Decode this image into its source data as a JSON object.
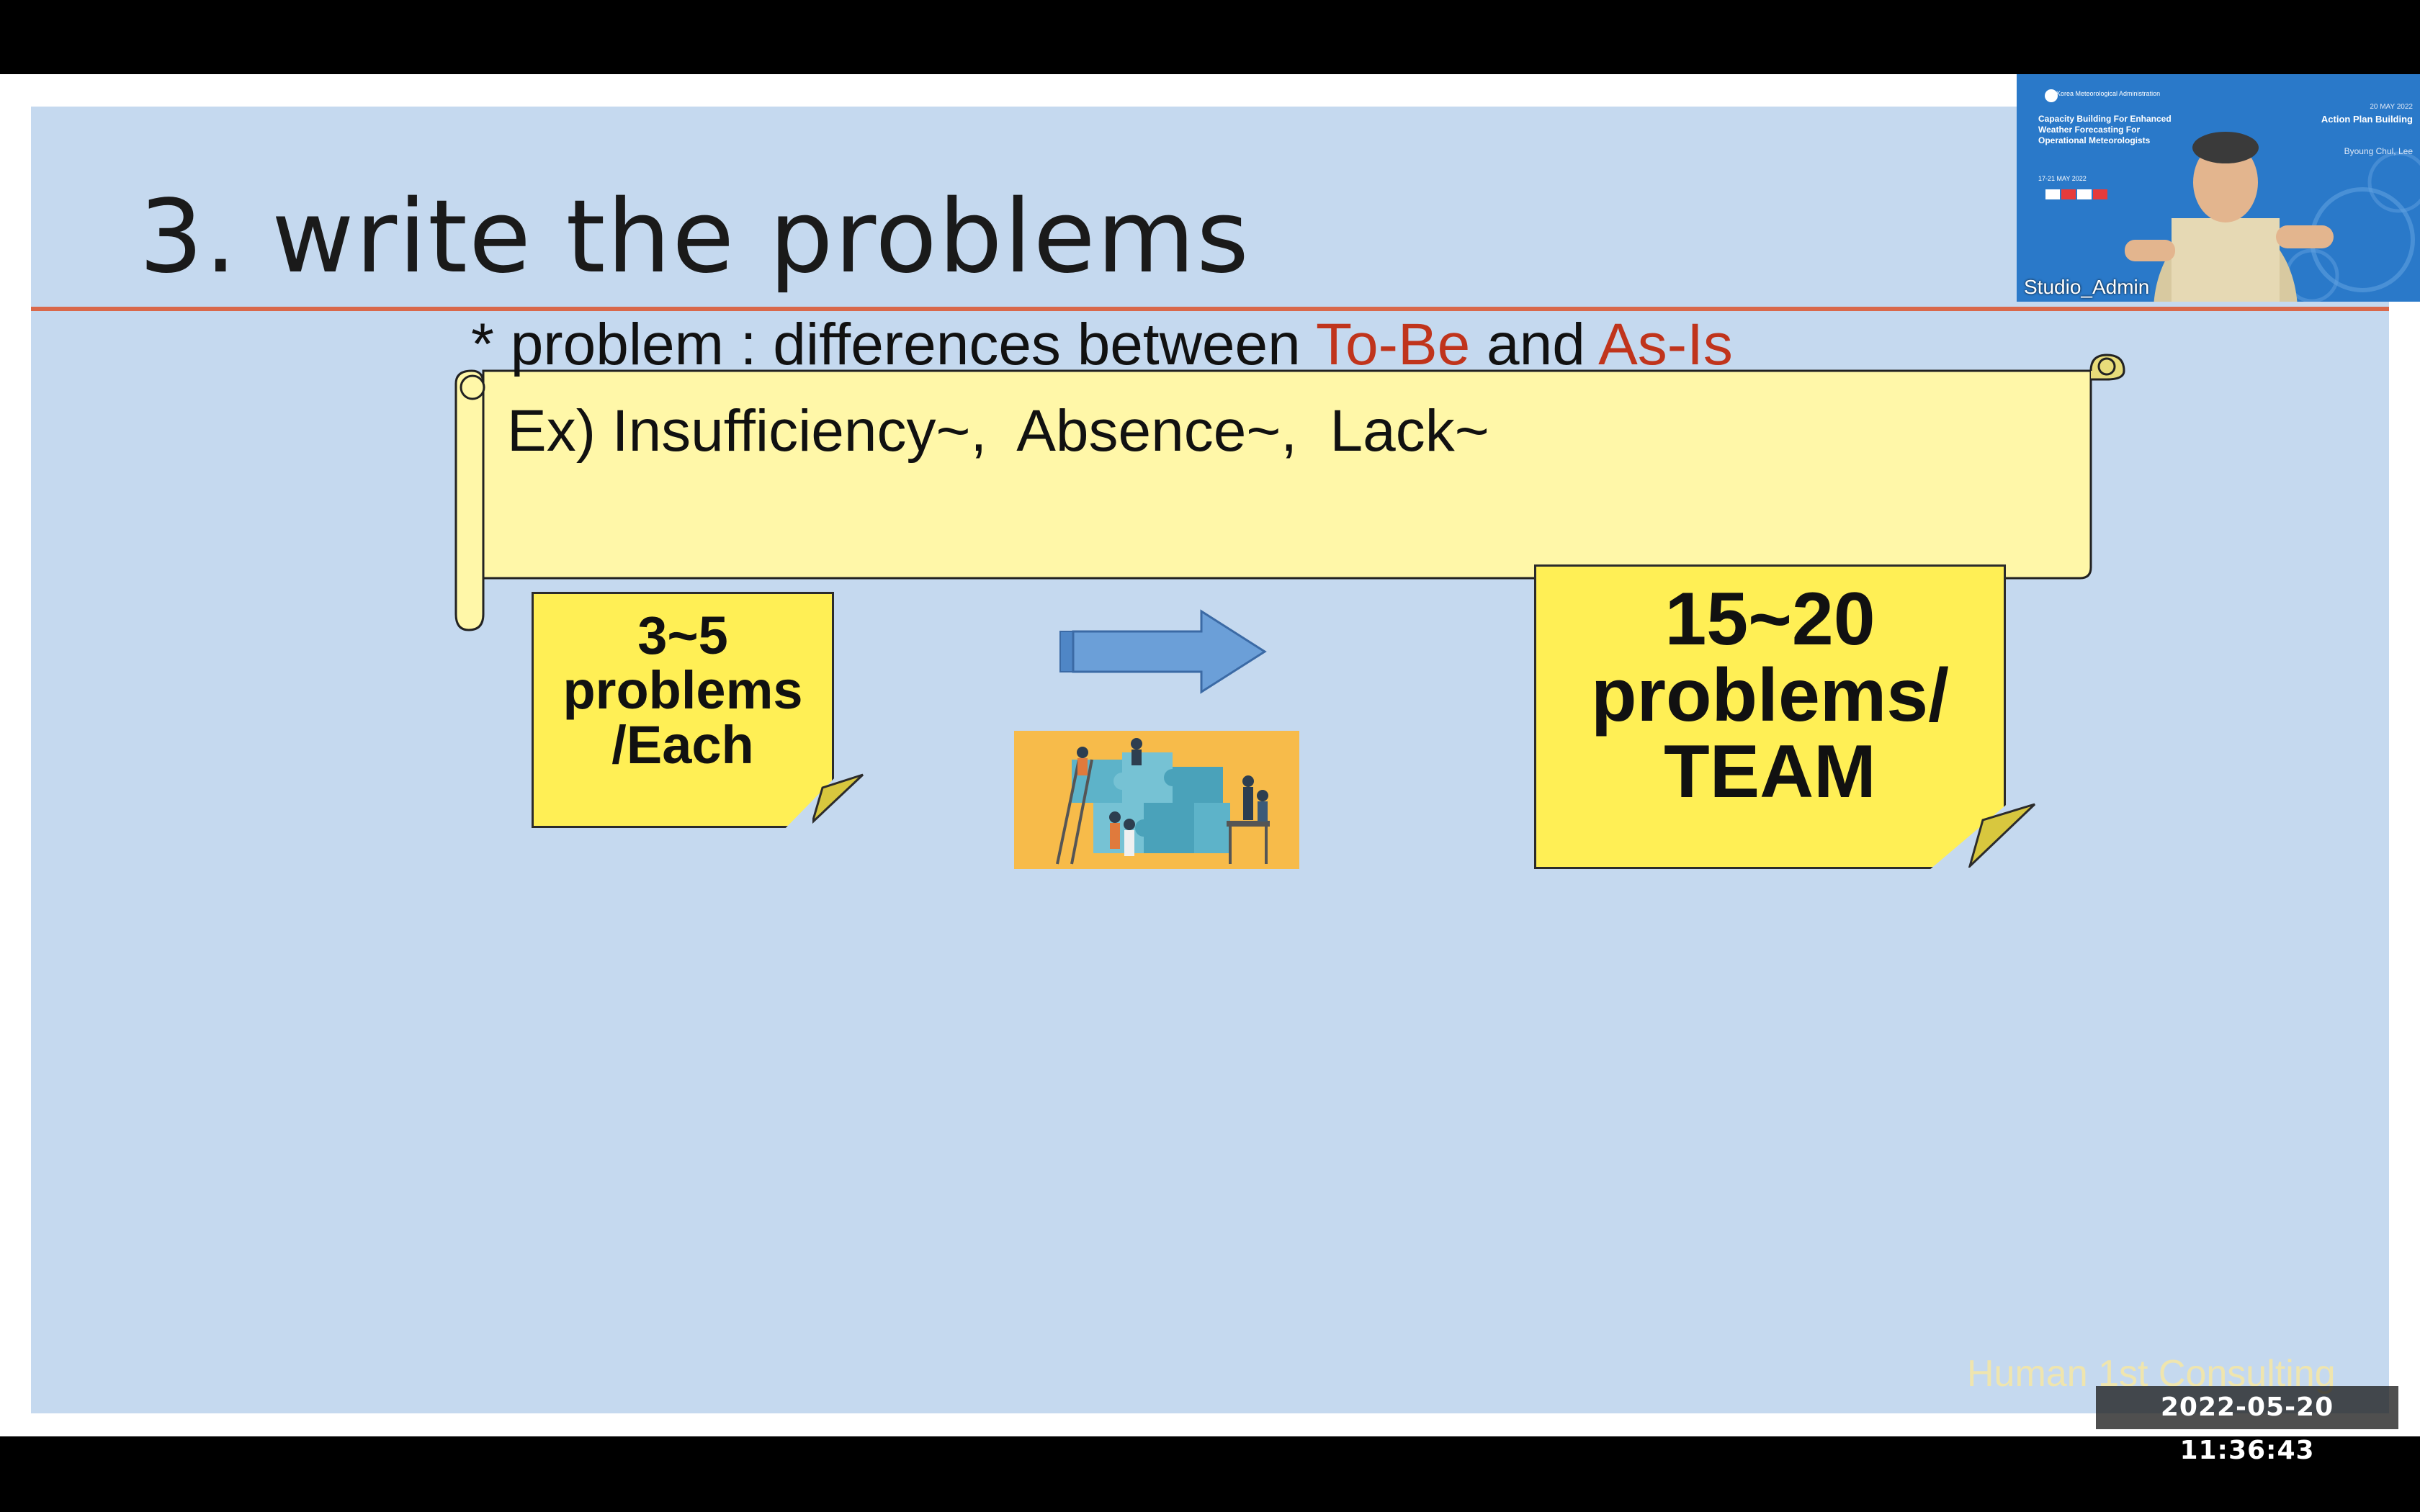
{
  "slide": {
    "title": "3. write the problems",
    "definition": {
      "prefix": "* problem : differences between ",
      "term1": "To-Be",
      "middle": " and ",
      "term2": "As-Is",
      "example": "Ex) Insufficiency~,  Absence~,  Lack~"
    },
    "note_individual": {
      "line1": "3~5",
      "line2": "problems",
      "line3": "/Each"
    },
    "note_team": {
      "line1": "15~20",
      "line2": "problems/",
      "line3": "TEAM"
    },
    "watermark": "Human 1st Consulting"
  },
  "video_thumbnail": {
    "user_label": "Studio_Admin",
    "org": "Korea Meteorological Administration",
    "course": "Capacity Building For Enhanced Weather Forecasting For Operational Meteorologists",
    "date_left": "17-21 MAY 2022",
    "session": "Action Plan Building",
    "presenter": "Byoung Chul, Lee",
    "date_right": "20 MAY 2022"
  },
  "timestamp": "2022-05-20 11:36:43",
  "colors": {
    "slide_bg": "#c5d9ef",
    "accent_red": "#c0341c",
    "note_yellow": "#ffef55",
    "scroll_yellow": "#fff7a8",
    "arrow_blue": "#6b9fd8"
  }
}
